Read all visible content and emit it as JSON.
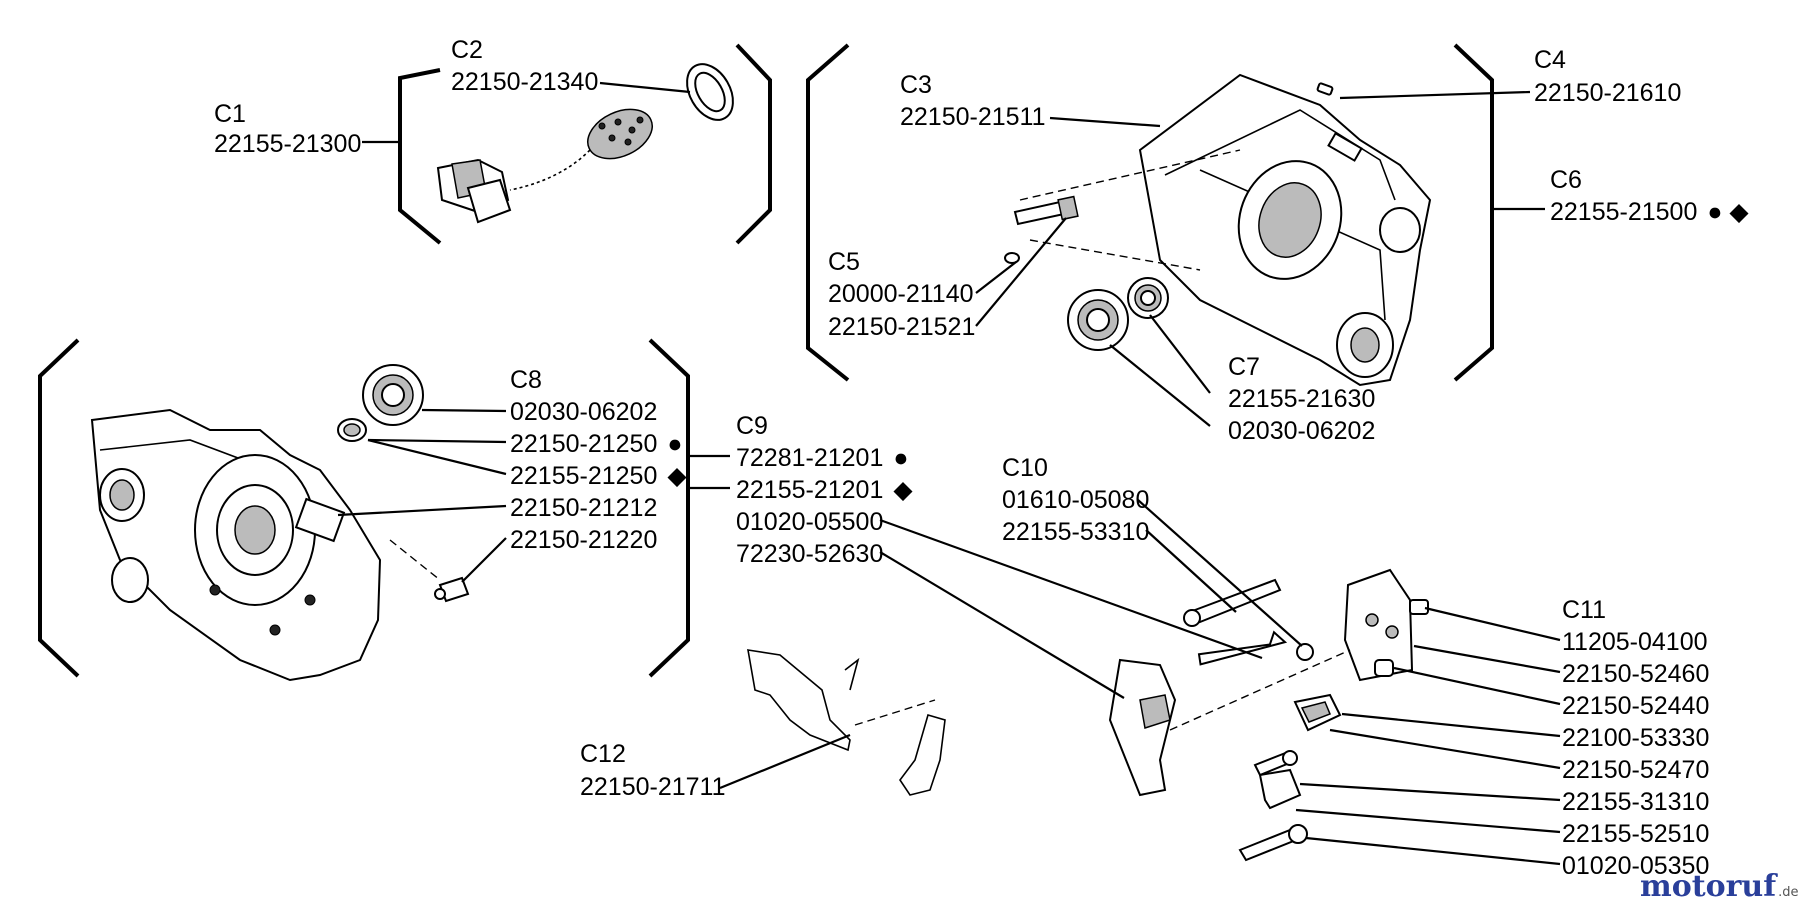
{
  "groups": [
    {
      "id": "c1",
      "label": "C1",
      "parts": [
        {
          "number": "22155-21300"
        }
      ]
    },
    {
      "id": "c2",
      "label": "C2",
      "parts": [
        {
          "number": "22150-21340"
        }
      ]
    },
    {
      "id": "c3",
      "label": "C3",
      "parts": [
        {
          "number": "22150-21511"
        }
      ]
    },
    {
      "id": "c4",
      "label": "C4",
      "parts": [
        {
          "number": "22150-21610"
        }
      ]
    },
    {
      "id": "c5",
      "label": "C5",
      "parts": [
        {
          "number": "20000-21140"
        },
        {
          "number": "22150-21521"
        }
      ]
    },
    {
      "id": "c6",
      "label": "C6",
      "parts": [
        {
          "number": "22155-21500",
          "marks": "● ◆"
        }
      ]
    },
    {
      "id": "c7",
      "label": "C7",
      "parts": [
        {
          "number": "22155-21630"
        },
        {
          "number": "02030-06202"
        }
      ]
    },
    {
      "id": "c8",
      "label": "C8",
      "parts": [
        {
          "number": "02030-06202"
        },
        {
          "number": "22150-21250",
          "marks": "●"
        },
        {
          "number": "22155-21250",
          "marks": "◆"
        },
        {
          "number": "22150-21212"
        },
        {
          "number": "22150-21220"
        }
      ]
    },
    {
      "id": "c9",
      "label": "C9",
      "parts": [
        {
          "number": "72281-21201",
          "marks": "●"
        },
        {
          "number": "22155-21201",
          "marks": "◆"
        },
        {
          "number": "01020-05500"
        },
        {
          "number": "72230-52630"
        }
      ]
    },
    {
      "id": "c10",
      "label": "C10",
      "parts": [
        {
          "number": "01610-05080"
        },
        {
          "number": "22155-53310"
        }
      ]
    },
    {
      "id": "c11",
      "label": "C11",
      "parts": [
        {
          "number": "11205-04100"
        },
        {
          "number": "22150-52460"
        },
        {
          "number": "22150-52440"
        },
        {
          "number": "22100-53330"
        },
        {
          "number": "22150-52470"
        },
        {
          "number": "22155-31310"
        },
        {
          "number": "22155-52510"
        },
        {
          "number": "01020-05350"
        }
      ]
    },
    {
      "id": "c12",
      "label": "C12",
      "parts": [
        {
          "number": "22150-21711"
        }
      ]
    }
  ],
  "watermark": {
    "brand": "motoruf",
    "tld": ".de",
    "color": "#2a3f9a"
  },
  "marker_symbols": {
    "filled_circle": "●",
    "filled_diamond": "◆"
  }
}
